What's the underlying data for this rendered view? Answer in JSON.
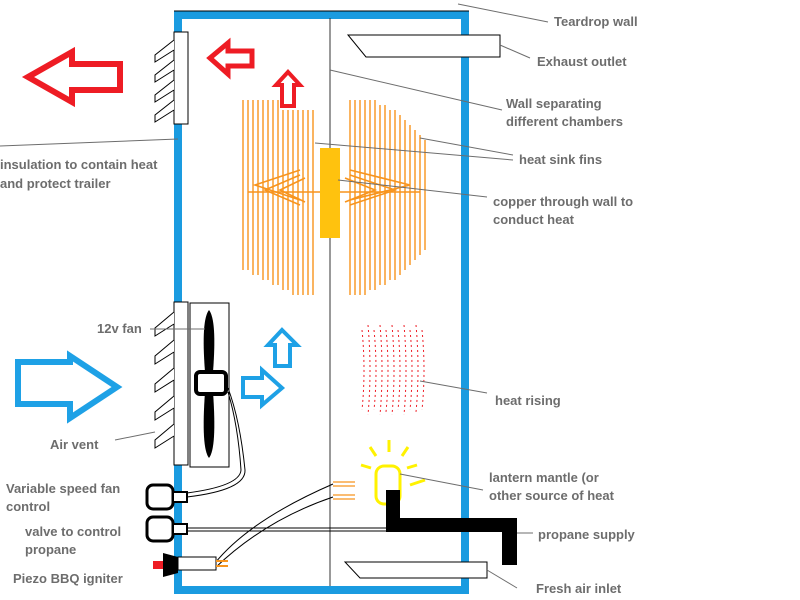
{
  "labels": {
    "teardrop_wall": "Teardrop wall",
    "exhaust_outlet": "Exhaust outlet",
    "wall_line1": "Wall separating",
    "wall_line2": "different chambers",
    "heat_sink_fins": "heat sink fins",
    "copper_line1": "copper through wall to",
    "copper_line2": "conduct heat",
    "insulation_line1": "insulation to contain heat",
    "insulation_line2": "and protect trailer",
    "fan": "12v fan",
    "heat_rising": "heat rising",
    "air_vent": "Air vent",
    "mantle_line1": "lantern mantle (or",
    "mantle_line2": "other source of heat",
    "fan_control_line1": "Variable speed fan",
    "fan_control_line2": "control",
    "valve_line1": "valve to control",
    "valve_line2": "propane",
    "propane_supply": "propane supply",
    "igniter": "Piezo BBQ igniter",
    "fresh_air_inlet": "Fresh air inlet"
  },
  "colors": {
    "wall_blue": "#1a9be0",
    "hot_red": "#ee1c24",
    "cool_blue": "#1ea1e6",
    "fin_orange": "#f7941d",
    "copper_gold": "#ffc20e",
    "flame_yellow": "#fff200",
    "line_gray": "#6d6d6d"
  }
}
